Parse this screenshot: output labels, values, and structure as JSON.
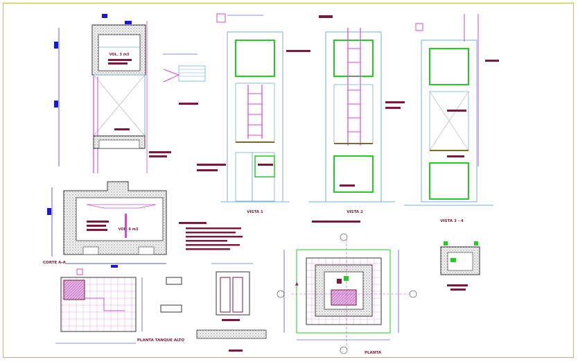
{
  "drawing": {
    "labels": {
      "section_title": "CORTE A-A",
      "view1": "VISTA 1",
      "view2": "VISTA 2",
      "view34": "VISTA 3 - 4",
      "plan": "PLANTA",
      "upper_plan": "PLANTA TANQUE ALTO",
      "upper_volume": "VOL. 3 m3",
      "lower_volume": "VOL. 6 m3",
      "cut_letter": "A"
    },
    "colors": {
      "frame": "#c8b35a",
      "annotation": "#7a1a3a",
      "dimension": "#1a1acc",
      "structure": "#6fb0d8",
      "pipework": "#d04ad0",
      "openings": "#22cc22",
      "concrete": "#444444"
    }
  }
}
